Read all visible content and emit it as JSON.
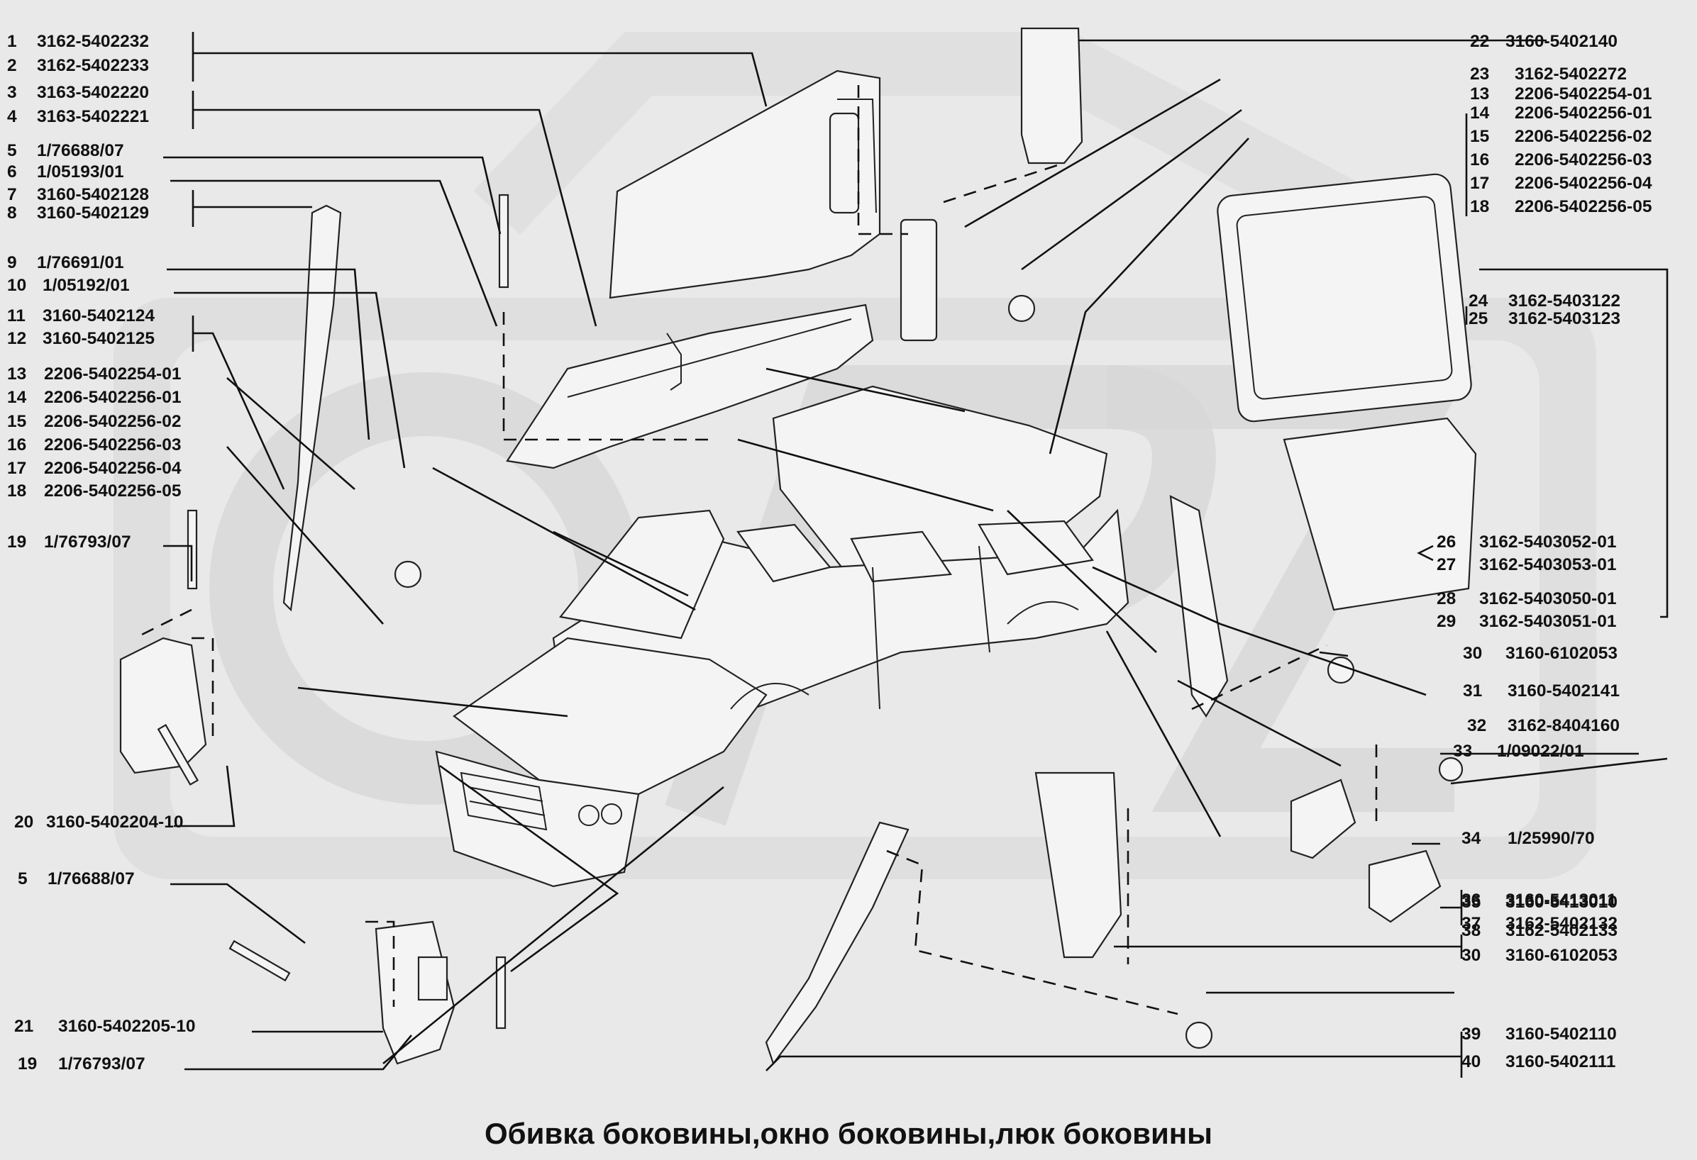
{
  "caption": "Обивка боковины,окно боковины,люк боковины",
  "labels_left": [
    {
      "n": "1",
      "code": "3162-5402232"
    },
    {
      "n": "2",
      "code": "3162-5402233"
    },
    {
      "n": "3",
      "code": "3163-5402220"
    },
    {
      "n": "4",
      "code": "3163-5402221"
    },
    {
      "n": "5",
      "code": "1/76688/07"
    },
    {
      "n": "6",
      "code": "1/05193/01"
    },
    {
      "n": "7",
      "code": "3160-5402128"
    },
    {
      "n": "8",
      "code": "3160-5402129"
    },
    {
      "n": "9",
      "code": "1/76691/01"
    },
    {
      "n": "10",
      "code": "1/05192/01"
    },
    {
      "n": "11",
      "code": "3160-5402124"
    },
    {
      "n": "12",
      "code": "3160-5402125"
    },
    {
      "n": "13",
      "code": "2206-5402254-01"
    },
    {
      "n": "14",
      "code": "2206-5402256-01"
    },
    {
      "n": "15",
      "code": "2206-5402256-02"
    },
    {
      "n": "16",
      "code": "2206-5402256-03"
    },
    {
      "n": "17",
      "code": "2206-5402256-04"
    },
    {
      "n": "18",
      "code": "2206-5402256-05"
    },
    {
      "n": "19",
      "code": "1/76793/07"
    },
    {
      "n": "20",
      "code": "3160-5402204-10"
    },
    {
      "n": "5",
      "code": "1/76688/07"
    },
    {
      "n": "21",
      "code": "3160-5402205-10"
    },
    {
      "n": "19",
      "code": "1/76793/07"
    }
  ],
  "labels_right": [
    {
      "n": "22",
      "code": "3160-5402140"
    },
    {
      "n": "23",
      "code": "3162-5402272"
    },
    {
      "n": "13",
      "code": "2206-5402254-01"
    },
    {
      "n": "14",
      "code": "2206-5402256-01"
    },
    {
      "n": "15",
      "code": "2206-5402256-02"
    },
    {
      "n": "16",
      "code": "2206-5402256-03"
    },
    {
      "n": "17",
      "code": "2206-5402256-04"
    },
    {
      "n": "18",
      "code": "2206-5402256-05"
    },
    {
      "n": "24",
      "code": "3162-5403122"
    },
    {
      "n": "25",
      "code": "3162-5403123"
    },
    {
      "n": "26",
      "code": "3162-5403052-01"
    },
    {
      "n": "27",
      "code": "3162-5403053-01"
    },
    {
      "n": "28",
      "code": "3162-5403050-01"
    },
    {
      "n": "29",
      "code": "3162-5403051-01"
    },
    {
      "n": "30",
      "code": "3160-6102053"
    },
    {
      "n": "31",
      "code": "3160-5402141"
    },
    {
      "n": "32",
      "code": "3162-8404160"
    },
    {
      "n": "33",
      "code": "1/09022/01"
    },
    {
      "n": "34",
      "code": "1/25990/70"
    },
    {
      "n": "35",
      "code": "3160-5413010"
    },
    {
      "n": "36",
      "code": "3160-5413011"
    },
    {
      "n": "37",
      "code": "3162-5402132"
    },
    {
      "n": "38",
      "code": "3162-5402133"
    },
    {
      "n": "30",
      "code": "3160-6102053"
    },
    {
      "n": "39",
      "code": "3160-5402110"
    },
    {
      "n": "40",
      "code": "3160-5402111"
    }
  ]
}
